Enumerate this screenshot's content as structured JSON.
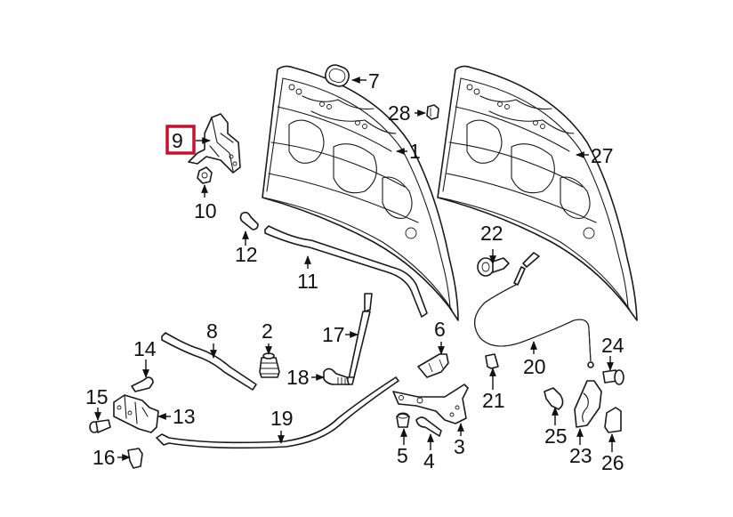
{
  "diagram": {
    "subject": "Hood assembly exploded parts diagram",
    "highlight_color": "#c8102e",
    "line_color": "#1a1a1a",
    "highlighted_part": "9",
    "callouts": [
      {
        "id": "c1",
        "label": "1",
        "part": "hood-panel-left"
      },
      {
        "id": "c2",
        "label": "2",
        "part": "hood-bumper"
      },
      {
        "id": "c3",
        "label": "3",
        "part": "hinge"
      },
      {
        "id": "c4",
        "label": "4",
        "part": "hinge-bolt"
      },
      {
        "id": "c5",
        "label": "5",
        "part": "hinge-nut"
      },
      {
        "id": "c6",
        "label": "6",
        "part": "hinge-cover"
      },
      {
        "id": "c7",
        "label": "7",
        "part": "insulator-plug"
      },
      {
        "id": "c8",
        "label": "8",
        "part": "seal-strip-lower"
      },
      {
        "id": "c9",
        "label": "9",
        "part": "latch-striker",
        "highlighted": true
      },
      {
        "id": "c10",
        "label": "10",
        "part": "striker-nut"
      },
      {
        "id": "c11",
        "label": "11",
        "part": "seal-strip"
      },
      {
        "id": "c12",
        "label": "12",
        "part": "retainer-clip"
      },
      {
        "id": "c13",
        "label": "13",
        "part": "hood-latch"
      },
      {
        "id": "c14",
        "label": "14",
        "part": "latch-bolt"
      },
      {
        "id": "c15",
        "label": "15",
        "part": "latch-screw"
      },
      {
        "id": "c16",
        "label": "16",
        "part": "latch-cover"
      },
      {
        "id": "c17",
        "label": "17",
        "part": "support-strut"
      },
      {
        "id": "c18",
        "label": "18",
        "part": "strut-stud"
      },
      {
        "id": "c19",
        "label": "19",
        "part": "release-cable-front"
      },
      {
        "id": "c20",
        "label": "20",
        "part": "release-cable-rear"
      },
      {
        "id": "c21",
        "label": "21",
        "part": "cable-clip"
      },
      {
        "id": "c22",
        "label": "22",
        "part": "push-retainer"
      },
      {
        "id": "c23",
        "label": "23",
        "part": "release-handle"
      },
      {
        "id": "c24",
        "label": "24",
        "part": "handle-screw"
      },
      {
        "id": "c25",
        "label": "25",
        "part": "handle-retainer"
      },
      {
        "id": "c26",
        "label": "26",
        "part": "handle-cap"
      },
      {
        "id": "c27",
        "label": "27",
        "part": "hood-panel-right"
      },
      {
        "id": "c28",
        "label": "28",
        "part": "bumper-clip"
      }
    ]
  }
}
